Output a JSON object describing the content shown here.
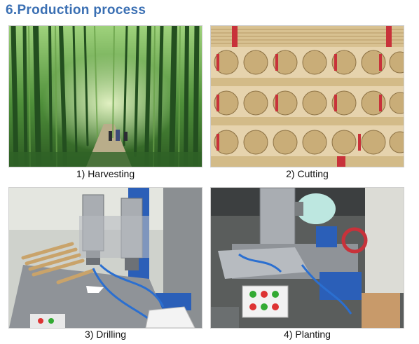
{
  "page": {
    "title": "6.Production process"
  },
  "steps": [
    {
      "caption": "1) Harvesting"
    },
    {
      "caption": "2) Cutting"
    },
    {
      "caption": "3) Drilling"
    },
    {
      "caption": "4) Planting"
    }
  ],
  "colors": {
    "title": "#3a6fb3",
    "bamboo_dark": "#1f4d1c",
    "bamboo_light": "#7fb35a",
    "stick_wood": "#d9c39a",
    "strap_red": "#c8323a",
    "machine_blue": "#2b5fb8",
    "machine_metal": "#a9adb2"
  }
}
